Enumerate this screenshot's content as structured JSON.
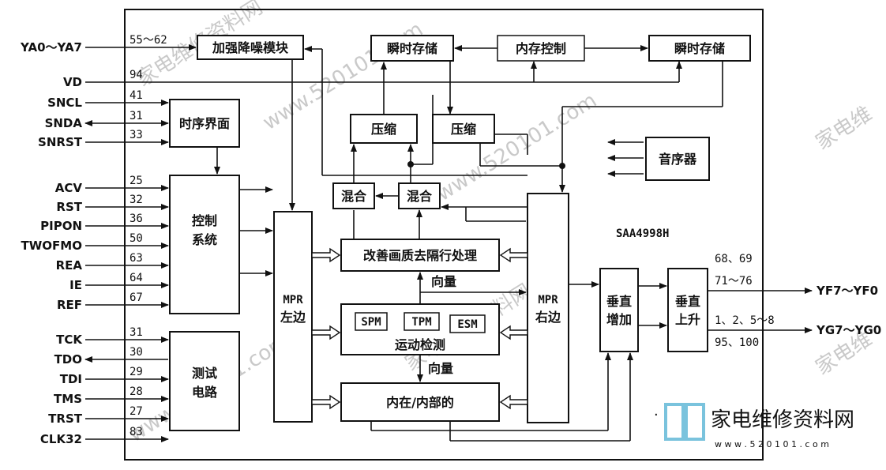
{
  "chip": "SAA4998H",
  "blocks": {
    "noise": "加强降噪模块",
    "store1": "瞬时存储",
    "memctl": "内存控制",
    "store2": "瞬时存储",
    "timing": "时序界面",
    "comp1": "压缩",
    "comp2": "压缩",
    "audio": "音序器",
    "mix1": "混合",
    "mix2": "混合",
    "control_1": "控制",
    "control_2": "系统",
    "mpr_left_1": "MPR",
    "mpr_left_2": "左边",
    "mpr_right_1": "MPR",
    "mpr_right_2": "右边",
    "improve": "改善画质去隔行处理",
    "motion": "运动检测",
    "spm": "SPM",
    "tpm": "TPM",
    "esm": "ESM",
    "internal": "内在/内部的",
    "test_1": "测试",
    "test_2": "电路",
    "vadd_1": "垂直",
    "vadd_2": "增加",
    "vrise_1": "垂直",
    "vrise_2": "上升",
    "vec1": "向量",
    "vec2": "向量"
  },
  "left_signals": [
    {
      "name": "YA0～YA7",
      "pin": "55～62"
    },
    {
      "name": "VD",
      "pin": "94"
    },
    {
      "name": "SNCL",
      "pin": "41"
    },
    {
      "name": "SNDA",
      "pin": "31"
    },
    {
      "name": "SNRST",
      "pin": "33"
    },
    {
      "name": "ACV",
      "pin": "25"
    },
    {
      "name": "RST",
      "pin": "32"
    },
    {
      "name": "PIPON",
      "pin": "36"
    },
    {
      "name": "TWOFMO",
      "pin": "50"
    },
    {
      "name": "REA",
      "pin": "63"
    },
    {
      "name": "IE",
      "pin": "64"
    },
    {
      "name": "REF",
      "pin": "67"
    },
    {
      "name": "TCK",
      "pin": "31"
    },
    {
      "name": "TDO",
      "pin": "30"
    },
    {
      "name": "TDI",
      "pin": "29"
    },
    {
      "name": "TMS",
      "pin": "28"
    },
    {
      "name": "TRST",
      "pin": "27"
    },
    {
      "name": "CLK32",
      "pin": "83"
    }
  ],
  "right_signals": {
    "pins_a1": "68、69",
    "pins_a2": "71～76",
    "out_a": "YF7～YF0",
    "pins_b1": "1、2、5～8",
    "pins_b2": "95、100",
    "out_b": "YG7～YG0"
  },
  "logo": {
    "text": "家电维修资料网",
    "url": "w w w . 5 2 0 1 0 1 . c o m"
  },
  "watermarks": [
    "家电维修资料网",
    "www.520101.com",
    "家电维"
  ]
}
